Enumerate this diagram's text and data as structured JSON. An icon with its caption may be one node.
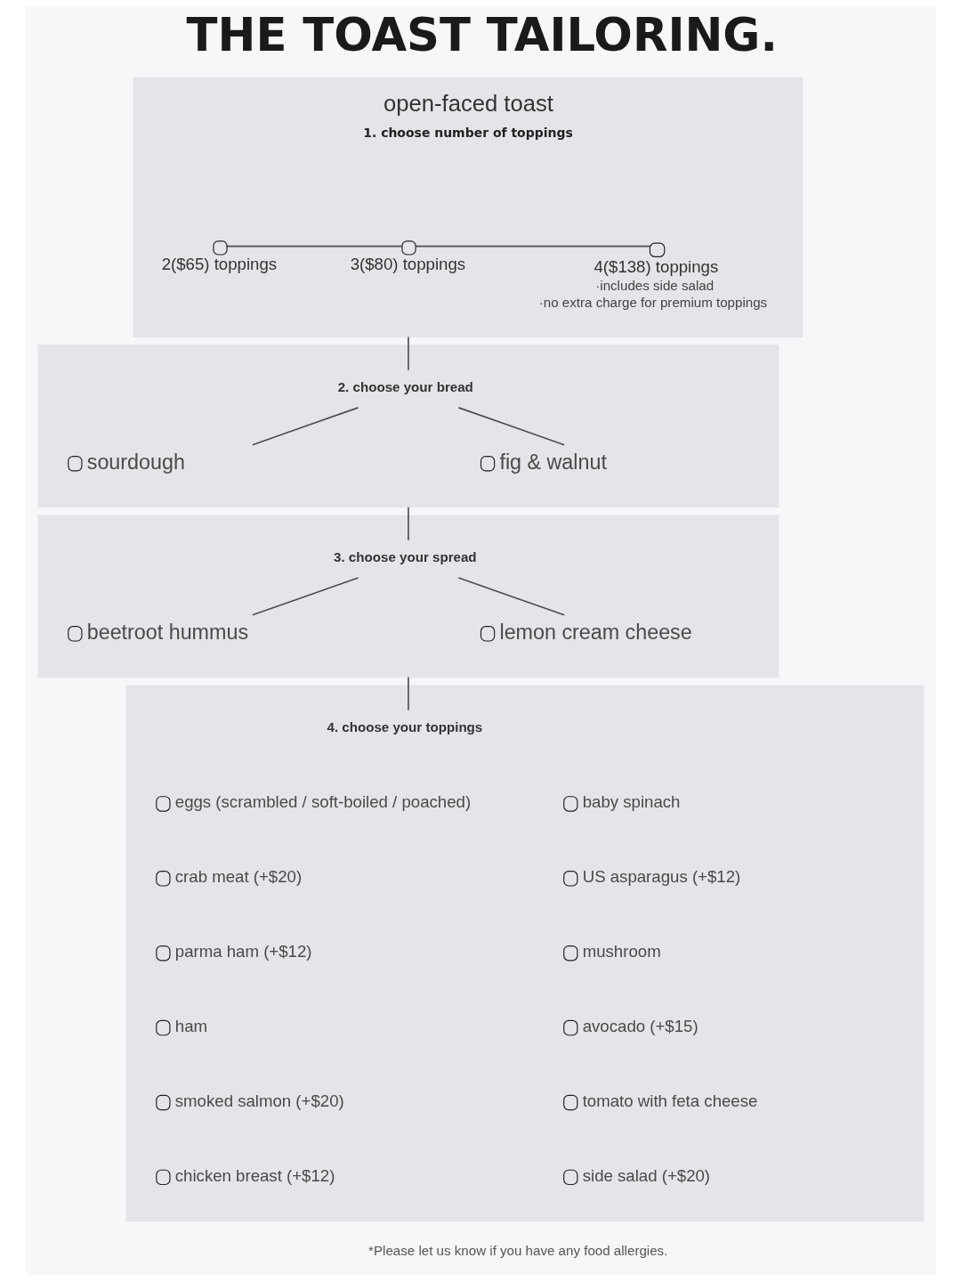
{
  "diagram": {
    "title": "THE TOAST TAILORING.",
    "nodes": [
      {
        "text": [
          "open-faced toast",
          "1. choose number of toppings"
        ]
      },
      {
        "text": [
          "2($65) toppings"
        ],
        "in": 0
      },
      {
        "text": [
          "3($80) toppings"
        ],
        "in": 0
      },
      {
        "text": [
          "4($138) toppings",
          "·includes side salad",
          "·no extra charge for premium toppings"
        ],
        "in": 0
      },
      {
        "text": [],
        "shape": "band"
      },
      {
        "text": [
          "2. choose your bread"
        ],
        "in": 4
      },
      {
        "text": [
          "sourdough"
        ],
        "in": 4
      },
      {
        "text": [
          "fig & walnut"
        ],
        "in": 4
      },
      {
        "text": [],
        "shape": "band"
      },
      {
        "text": [
          "3. choose your spread"
        ],
        "in": 8
      },
      {
        "text": [
          "beetroot hummus"
        ],
        "in": 8
      },
      {
        "text": [
          "lemon cream cheese"
        ],
        "in": 8
      },
      {
        "text": [],
        "shape": "band"
      },
      {
        "text": [
          "4. choose your toppings"
        ],
        "in": 12
      },
      {
        "text": [
          "eggs (scrambled / soft-boiled / poached)"
        ],
        "in": 12
      },
      {
        "text": [
          "crab meat (+$20)"
        ],
        "in": 12
      },
      {
        "text": [
          "parma ham (+$12)"
        ],
        "in": 12
      },
      {
        "text": [
          "ham"
        ],
        "in": 12
      },
      {
        "text": [
          "smoked salmon (+$20)"
        ],
        "in": 12
      },
      {
        "text": [
          "chicken breast (+$12)"
        ],
        "in": 12
      },
      {
        "text": [
          "baby spinach"
        ],
        "in": 12
      },
      {
        "text": [
          "US asparagus (+$12)"
        ],
        "in": 12
      },
      {
        "text": [
          "mushroom"
        ],
        "in": 12
      },
      {
        "text": [
          "avocado (+$15)"
        ],
        "in": 12
      },
      {
        "text": [
          "tomato with feta cheese"
        ],
        "in": 12
      },
      {
        "text": [
          "side salad (+$20)"
        ],
        "in": 12
      }
    ],
    "edges": [
      {
        "from": 1,
        "to": 2,
        "arrow": "none"
      },
      {
        "from": 2,
        "to": 3,
        "arrow": "none"
      },
      {
        "from": 0,
        "to": 5,
        "arrow": "none"
      },
      {
        "from": 5,
        "to": 6,
        "arrow": "none"
      },
      {
        "from": 5,
        "to": 7,
        "arrow": "none"
      },
      {
        "from": 4,
        "to": 9,
        "arrow": "none"
      },
      {
        "from": 9,
        "to": 10,
        "arrow": "none"
      },
      {
        "from": 9,
        "to": 11,
        "arrow": "none"
      },
      {
        "from": 8,
        "to": 13,
        "arrow": "none"
      }
    ],
    "labels": [
      "*Please let us know if you have any food allergies."
    ]
  }
}
